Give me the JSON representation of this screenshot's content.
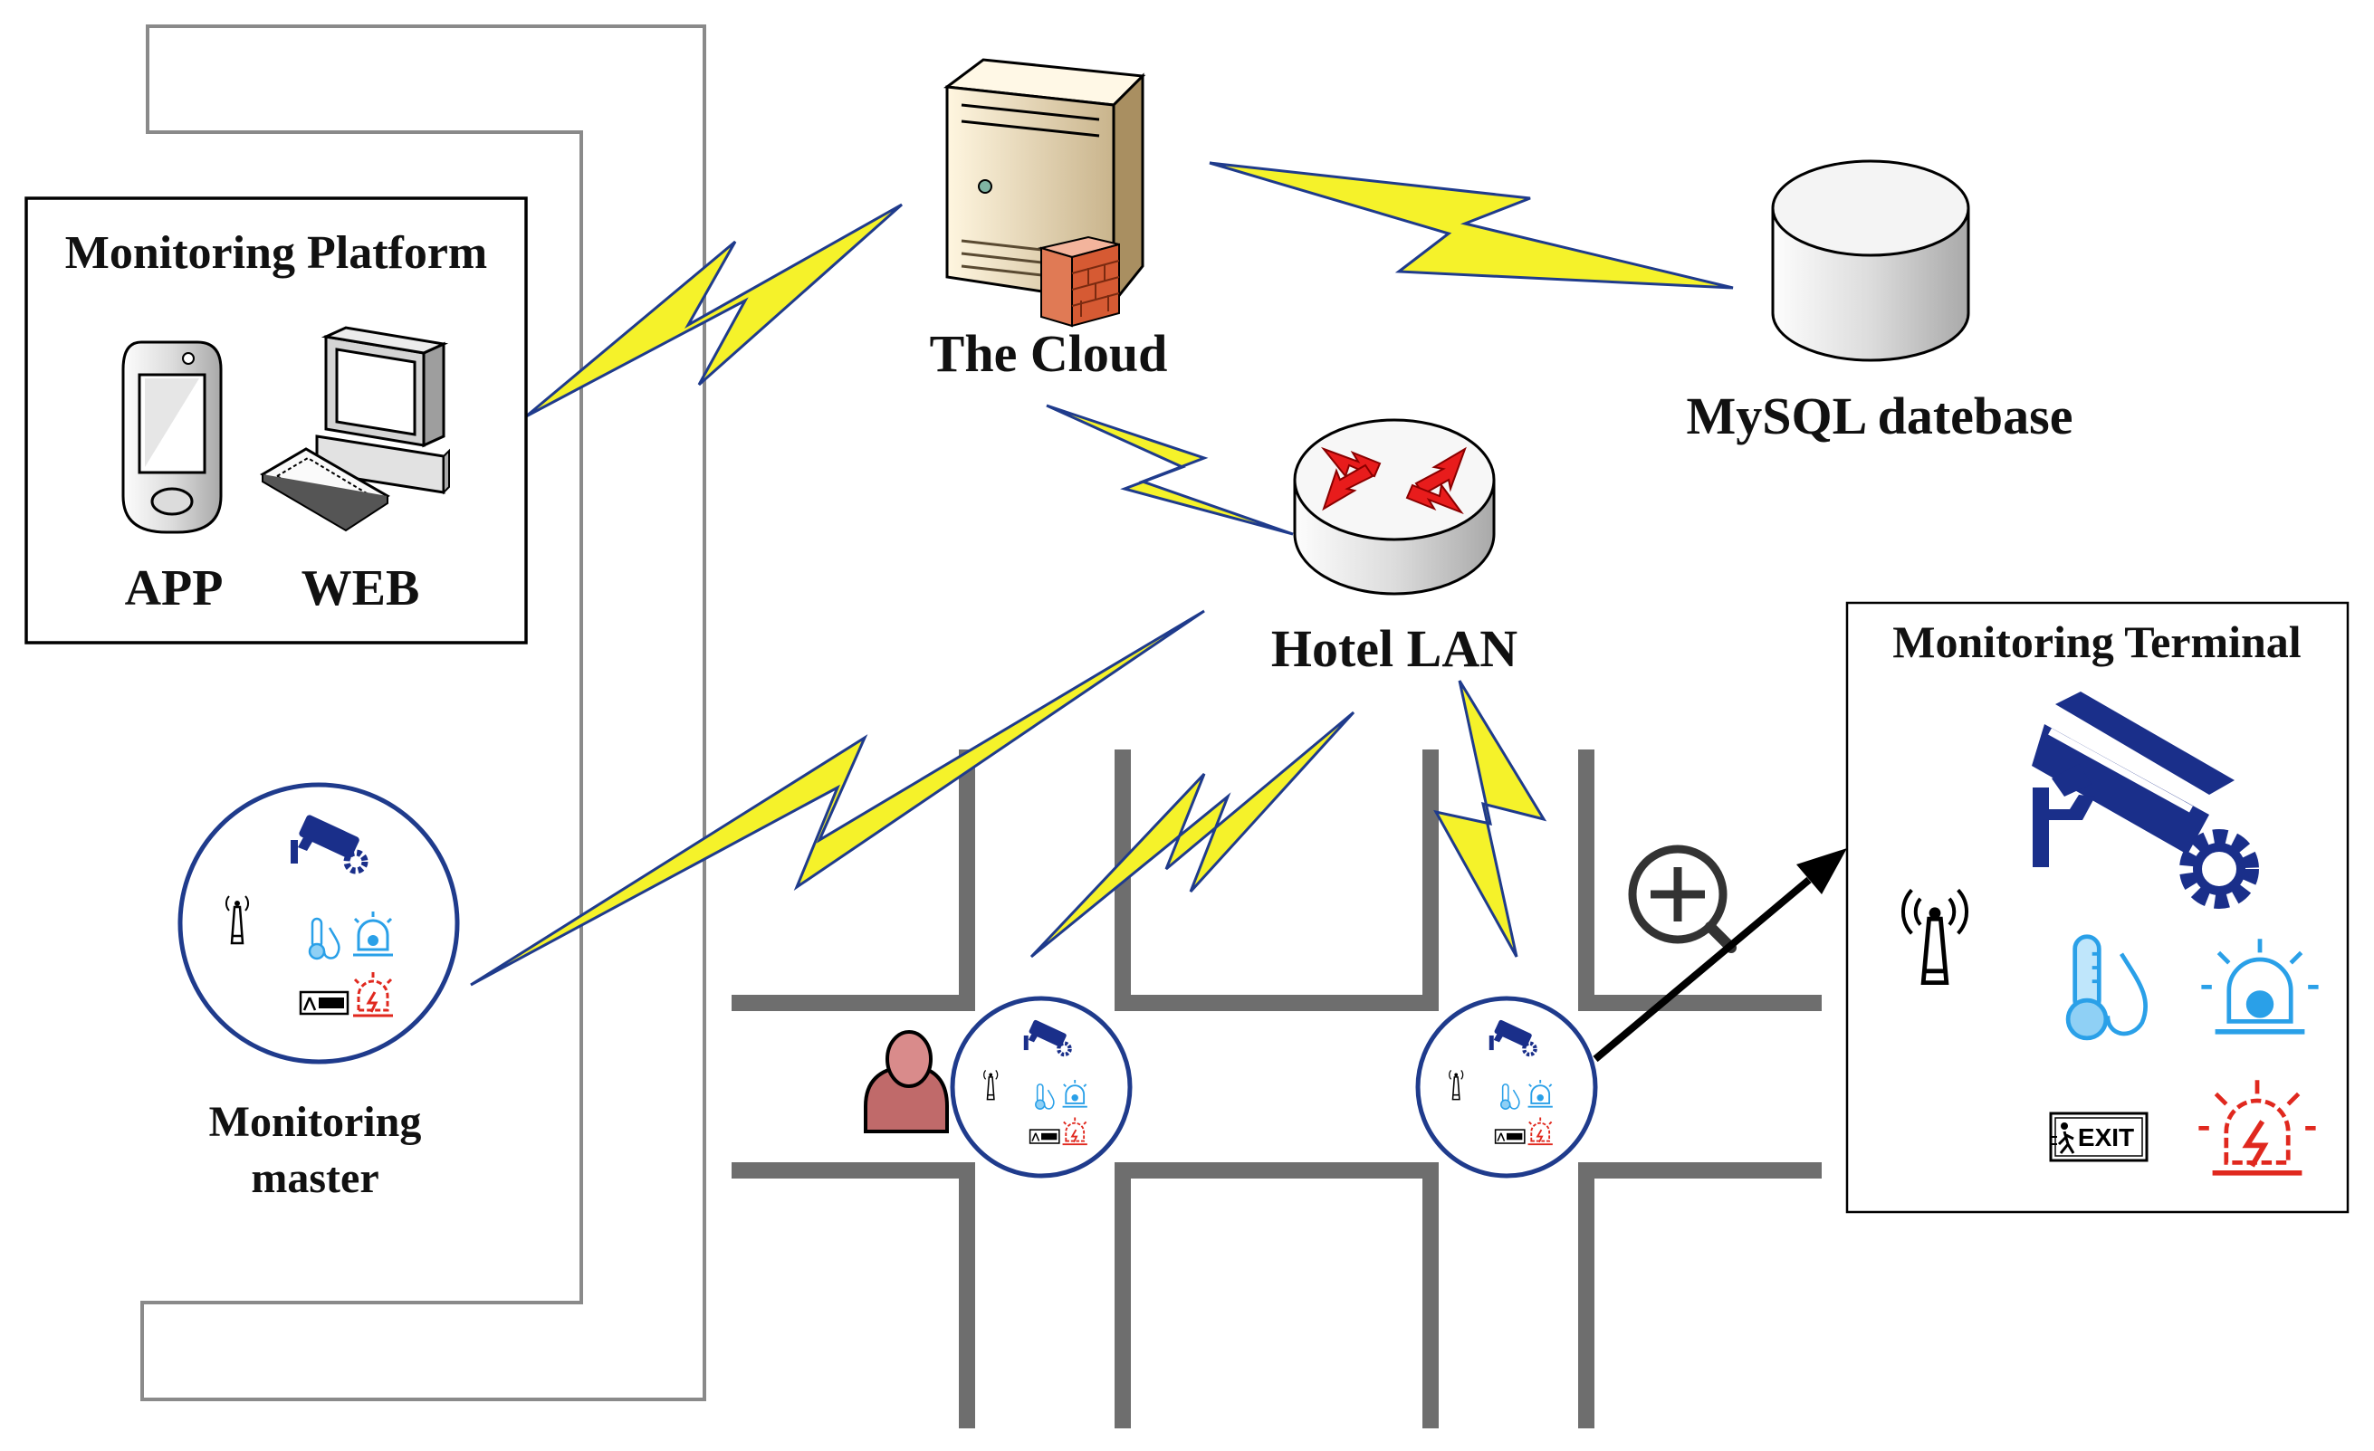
{
  "monitoring_platform": {
    "title": "Monitoring Platform",
    "app_label": "APP",
    "web_label": "WEB"
  },
  "cloud": {
    "label": "The Cloud"
  },
  "database": {
    "label": "MySQL datebase"
  },
  "router": {
    "label": "Hotel LAN"
  },
  "monitoring_master": {
    "label_line1": "Monitoring",
    "label_line2": "master"
  },
  "monitoring_terminal": {
    "title": "Monitoring Terminal",
    "exit_sign": "EXIT"
  },
  "colors": {
    "lightning_fill": "#f5f22a",
    "lightning_stroke": "#1f3b8c",
    "icon_navy": "#1a2f8a",
    "icon_lightblue": "#2aa0e8",
    "icon_red": "#e0281e",
    "road_gray": "#6e6e6e",
    "node_ring": "#1f3b8c"
  }
}
